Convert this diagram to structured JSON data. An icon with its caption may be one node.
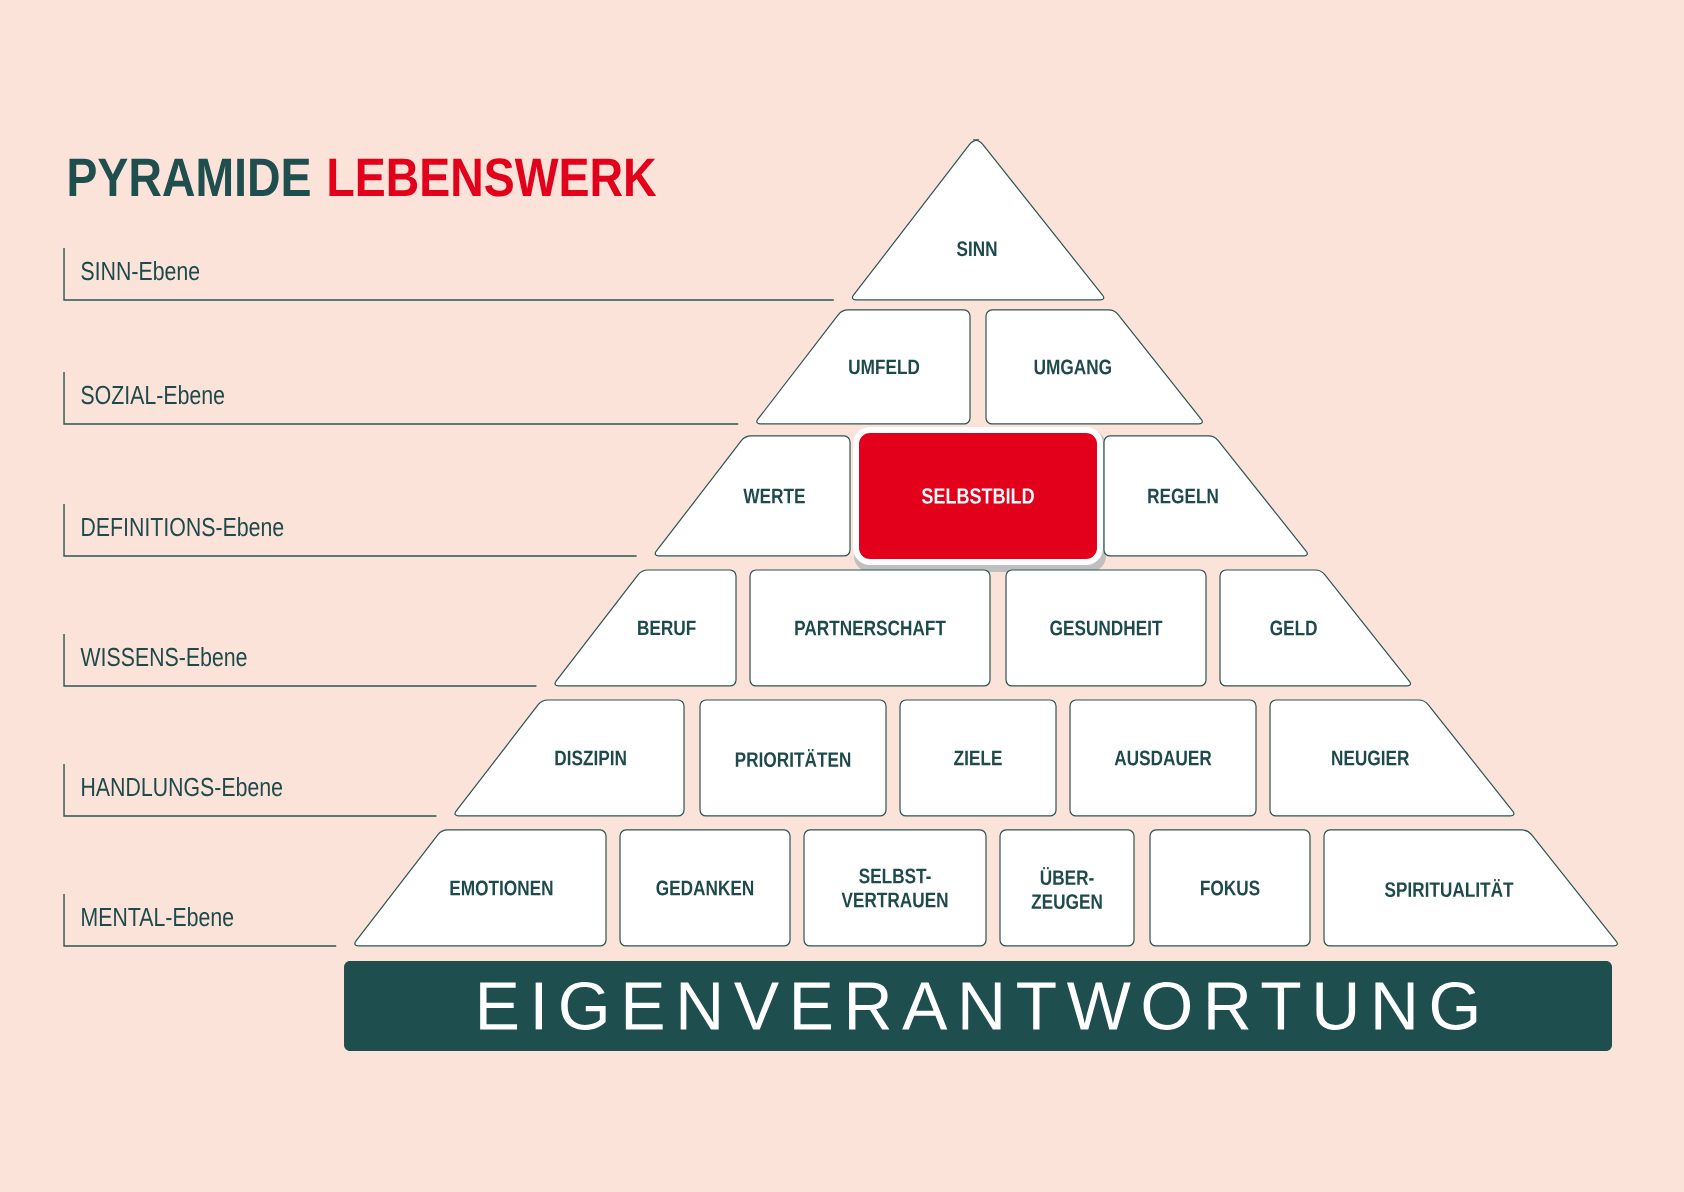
{
  "diagram": {
    "title": "PYRAMIDE",
    "nodes": [
      {
        "text": [
          "SINN"
        ]
      },
      {
        "text": [
          "UMFELD"
        ]
      },
      {
        "text": [
          "UMGANG"
        ]
      },
      {
        "text": [
          "WERTE"
        ]
      },
      {
        "text": [
          "SELBSTBILD"
        ]
      },
      {
        "text": [
          "REGELN"
        ]
      },
      {
        "text": [
          "BERUF"
        ]
      },
      {
        "text": [
          "PARTNERSCHAFT"
        ]
      },
      {
        "text": [
          "GESUNDHEIT"
        ]
      },
      {
        "text": [
          "GELD"
        ]
      },
      {
        "text": [
          "DISZIPIN"
        ]
      },
      {
        "text": [
          "PRIORITÄTEN"
        ]
      },
      {
        "text": [
          "ZIELE"
        ]
      },
      {
        "text": [
          "AUSDAUER"
        ]
      },
      {
        "text": [
          "NEUGIER"
        ]
      },
      {
        "text": [
          "EMOTIONEN"
        ]
      },
      {
        "text": [
          "GEDANKEN"
        ]
      },
      {
        "text": [
          "SELBST- VERTRAUEN"
        ]
      },
      {
        "text": [
          "ÜBER- ZEUGEN"
        ]
      },
      {
        "text": [
          "FOKUS"
        ]
      },
      {
        "text": [
          "SPIRITUALITÄT"
        ]
      },
      {
        "text": [
          "EIGENVERANTWORTUNG"
        ]
      }
    ],
    "labels": [
      "LEBENSWERK",
      "SINN-Ebene",
      "SOZIAL-Ebene",
      "DEFINITIONS-Ebene",
      "WISSENS-Ebene",
      "HANDLUNGS-Ebene",
      "MENTAL-Ebene"
    ]
  }
}
